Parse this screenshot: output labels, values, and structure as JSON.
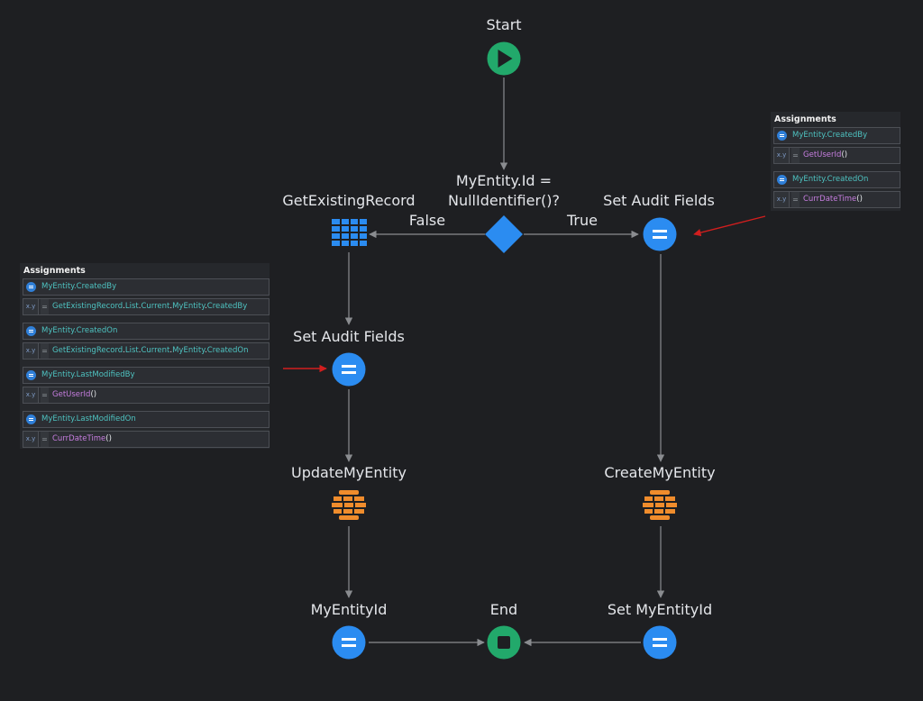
{
  "nodes": {
    "start": "Start",
    "condition_line1": "MyEntity.Id =",
    "condition_line2": "NullIdentifier()?",
    "get_existing": "GetExistingRecord",
    "set_audit_true": "Set Audit Fields",
    "set_audit_false": "Set Audit Fields",
    "update": "UpdateMyEntity",
    "create": "CreateMyEntity",
    "myentityid": "MyEntityId",
    "end": "End",
    "set_myentityid": "Set MyEntityId"
  },
  "branches": {
    "false": "False",
    "true": "True"
  },
  "colors": {
    "background": "#1e1f22",
    "start_end": "#22a96b",
    "blue_node": "#2b8cf1",
    "aggregate": "#2b8cf1",
    "entity_action": "#f08c2c",
    "connector": "#8a8c90",
    "annotation_arrow": "#d21e1e"
  },
  "panel_left": {
    "title": "Assignments",
    "rows": [
      {
        "target_entity": "MyEntity",
        "target_field": ".CreatedBy",
        "value_type": "x.y",
        "value_parts": [
          "GetExistingRecord",
          ".",
          "List",
          ".",
          "Current",
          ".",
          "MyEntity",
          ".",
          "CreatedBy"
        ]
      },
      {
        "target_entity": "MyEntity",
        "target_field": ".CreatedOn",
        "value_type": "x.y",
        "value_parts": [
          "GetExistingRecord",
          ".",
          "List",
          ".",
          "Current",
          ".",
          "MyEntity",
          ".",
          "CreatedOn"
        ]
      },
      {
        "target_entity": "MyEntity",
        "target_field": ".LastModifiedBy",
        "value_type": "x.y",
        "value_func": "GetUserId",
        "value_paren": "()"
      },
      {
        "target_entity": "MyEntity",
        "target_field": ".LastModifiedOn",
        "value_type": "x.y",
        "value_func": "CurrDateTime",
        "value_paren": "()"
      }
    ]
  },
  "panel_right": {
    "title": "Assignments",
    "rows": [
      {
        "target_entity": "MyEntity",
        "target_field": ".CreatedBy",
        "value_type": "x.y",
        "value_func": "GetUserId",
        "value_paren": "()"
      },
      {
        "target_entity": "MyEntity",
        "target_field": ".CreatedOn",
        "value_type": "x.y",
        "value_func": "CurrDateTime",
        "value_paren": "()"
      }
    ]
  },
  "eq_sign": "="
}
